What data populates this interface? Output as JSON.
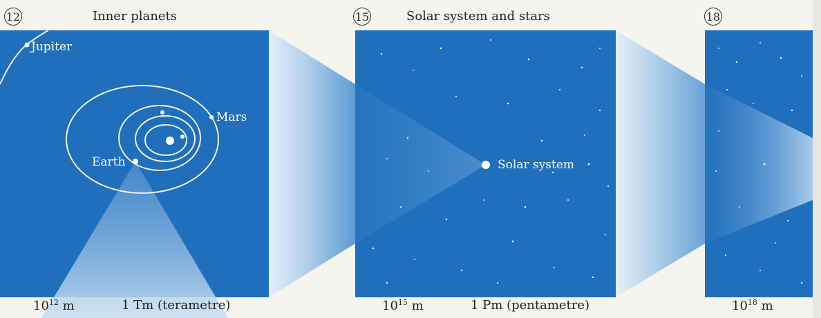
{
  "panels": [
    {
      "number": "12",
      "title": "Inner planets",
      "labels": {
        "jupiter": "Jupiter",
        "mars": "Mars",
        "earth": "Earth"
      },
      "power_base": "10",
      "power_exp": "12",
      "power_unit": "m",
      "unit_name": "1 Tm (terametre)"
    },
    {
      "number": "15",
      "title": "Solar system and stars",
      "labels": {
        "solar_system": "Solar system"
      },
      "power_base": "10",
      "power_exp": "15",
      "power_unit": "m",
      "unit_name": "1 Pm (pentametre)"
    },
    {
      "number": "18",
      "title": "",
      "power_base": "10",
      "power_exp": "18",
      "power_unit": "m"
    }
  ],
  "colors": {
    "panel_blue": "#1f6fbd",
    "connector_light": "#dceaf6",
    "connector_mid": "#8ab8e0",
    "page_background": "#f6f4ee"
  }
}
